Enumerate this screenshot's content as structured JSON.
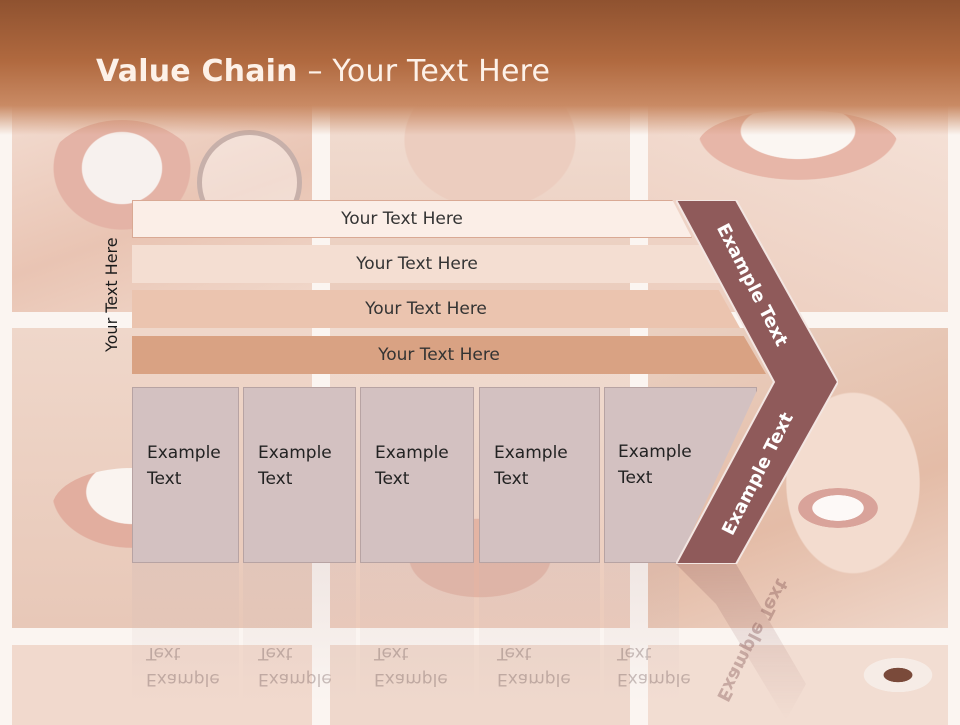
{
  "slide": {
    "title_bold": "Value Chain",
    "title_rest": " – Your Text Here",
    "side_label": "Your Text Here"
  },
  "bars": [
    {
      "label": "Your Text Here"
    },
    {
      "label": "Your Text Here"
    },
    {
      "label": "Your Text Here"
    },
    {
      "label": "Your Text Here"
    }
  ],
  "boxes": [
    {
      "line1": "Example",
      "line2": "Text"
    },
    {
      "line1": "Example",
      "line2": "Text"
    },
    {
      "line1": "Example",
      "line2": "Text"
    },
    {
      "line1": "Example",
      "line2": "Text"
    },
    {
      "line1": "Example",
      "line2": "Text"
    }
  ],
  "chevron": {
    "upper_label": "Example Text",
    "lower_label": "Example Text"
  },
  "colors": {
    "header": "#a45f38",
    "chevron_fill": "#8f5a5a",
    "box_fill": "#d3c1c1",
    "bar_1": "#fbeee7",
    "bar_2": "#f4ded2",
    "bar_3": "#ebc4af",
    "bar_4": "#d9a283"
  }
}
